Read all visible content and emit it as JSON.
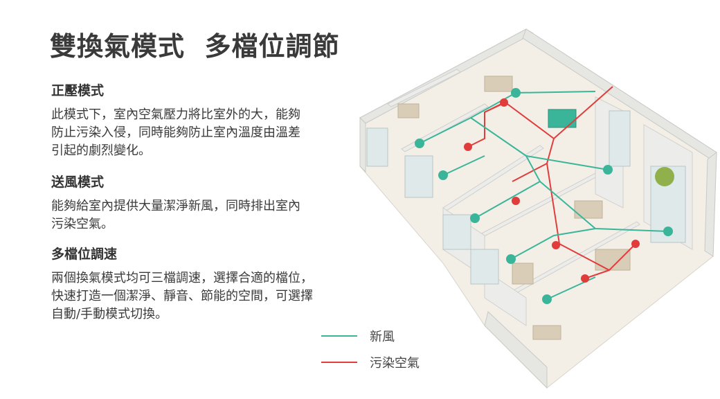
{
  "title": "雙換氣模式  多檔位調節",
  "sections": [
    {
      "heading": "正壓模式",
      "body": "此模式下，室內空氣壓力將比室外的大，能夠\n防止污染入侵，同時能夠防止室內溫度由溫差\n引起的劇烈變化。"
    },
    {
      "heading": "送風模式",
      "body": "能夠給室內提供大量潔淨新風，同時排出室內\n污染空氣。"
    },
    {
      "heading": "多檔位調速",
      "body": "兩個換氣模式均可三檔調速，選擇合適的檔位，\n快速打造一個潔淨、靜音、節能的空間，可選擇\n自動/手動模式切換。"
    }
  ],
  "legend": [
    {
      "label": "新風",
      "color": "#3bb59a"
    },
    {
      "label": "污染空氣",
      "color": "#e03c3c"
    }
  ],
  "colors": {
    "fresh_air": "#3bb59a",
    "polluted_air": "#e03c3c"
  }
}
